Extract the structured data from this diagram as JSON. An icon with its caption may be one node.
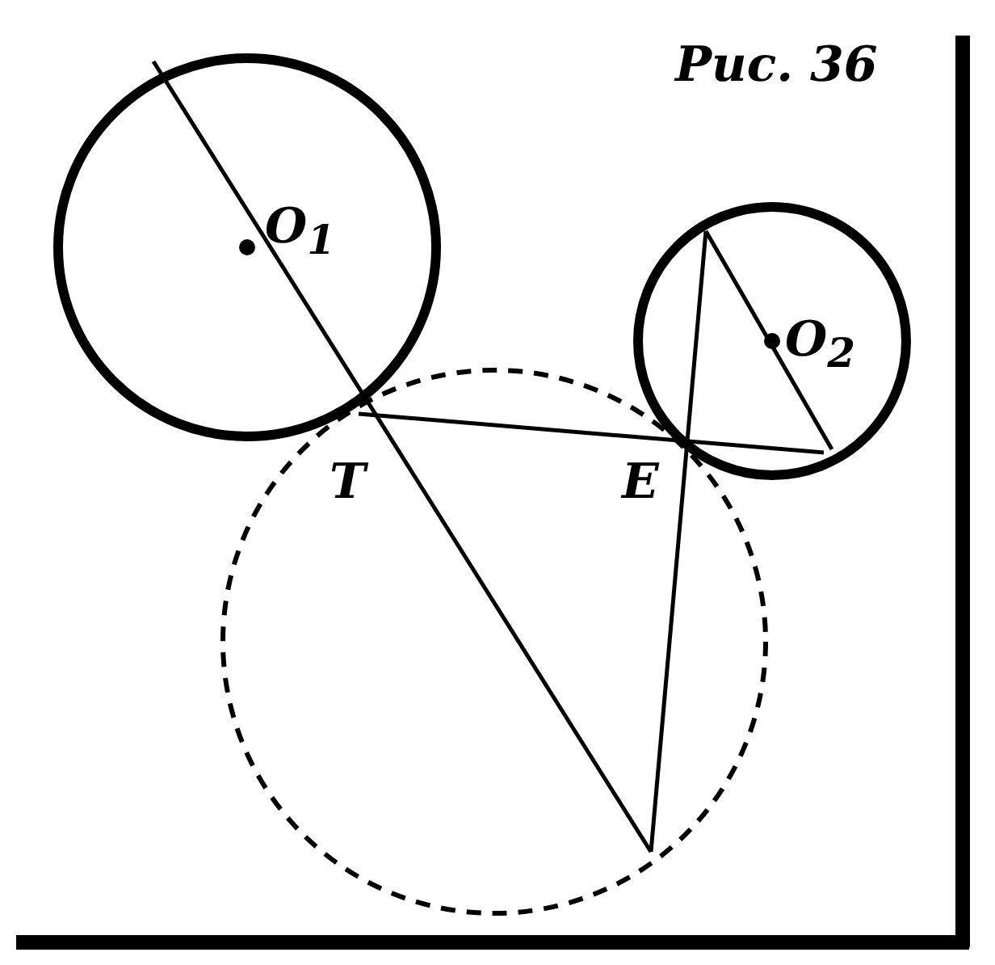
{
  "diagram": {
    "labels": [
      "Рис. 36",
      "O$_{1}$",
      "O$_{2}$",
      "T",
      "E"
    ]
  }
}
